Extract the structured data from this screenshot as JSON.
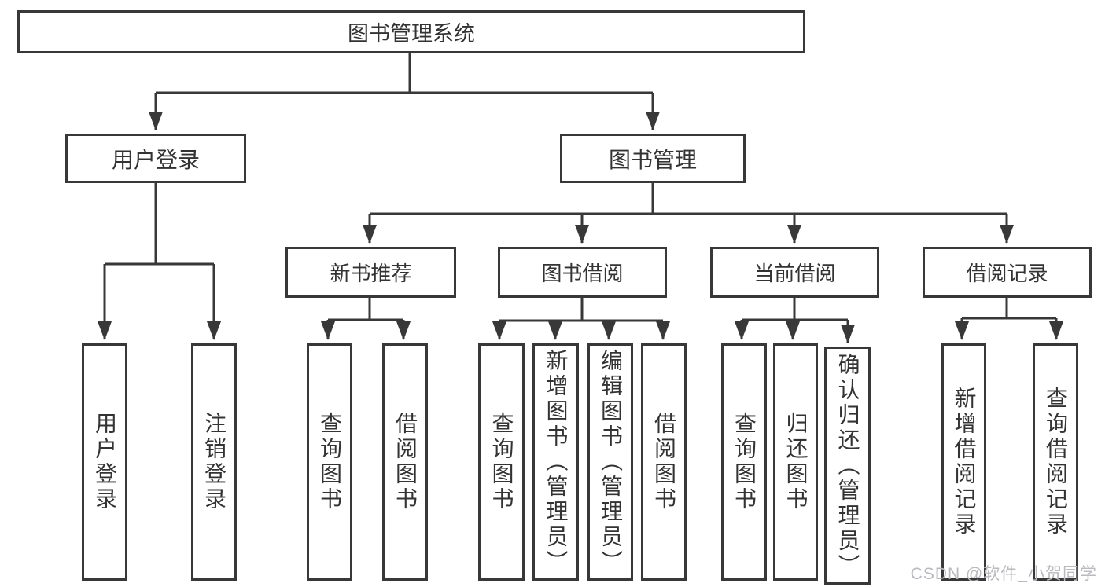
{
  "diagram": {
    "type": "hierarchy-tree",
    "colors": {
      "line": "#383838",
      "box_border": "#383838",
      "text": "#333333",
      "background": "#ffffff",
      "watermark": "#b9b9bf"
    },
    "nodes": {
      "root": {
        "label": "图书管理系统"
      },
      "user_login": {
        "label": "用户登录"
      },
      "book_mgmt": {
        "label": "图书管理"
      },
      "new_book_rec": {
        "label": "新书推荐"
      },
      "book_borrow": {
        "label": "图书借阅"
      },
      "current_borrow": {
        "label": "当前借阅"
      },
      "borrow_records": {
        "label": "借阅记录"
      },
      "login_action": {
        "label": "用户登录"
      },
      "logout_action": {
        "label": "注销登录"
      },
      "rec_query_books": {
        "label": "查询图书"
      },
      "rec_borrow_books": {
        "label": "借阅图书"
      },
      "bb_query_books": {
        "label": "查询图书"
      },
      "bb_add_books": {
        "label": "新增图书（管理员）"
      },
      "bb_edit_books": {
        "label": "编辑图书（管理员）"
      },
      "bb_borrow_books": {
        "label": "借阅图书"
      },
      "cb_query_books": {
        "label": "查询图书"
      },
      "cb_return_books": {
        "label": "归还图书"
      },
      "cb_confirm_return": {
        "label": "确认归还（管理员）"
      },
      "br_add_record": {
        "label": "新增借阅记录"
      },
      "br_query_record": {
        "label": "查询借阅记录"
      }
    },
    "hierarchy": {
      "图书管理系统": {
        "用户登录": [
          "用户登录",
          "注销登录"
        ],
        "图书管理": {
          "新书推荐": [
            "查询图书",
            "借阅图书"
          ],
          "图书借阅": [
            "查询图书",
            "新增图书（管理员）",
            "编辑图书（管理员）",
            "借阅图书"
          ],
          "当前借阅": [
            "查询图书",
            "归还图书",
            "确认归还（管理员）"
          ],
          "借阅记录": [
            "新增借阅记录",
            "查询借阅记录"
          ]
        }
      }
    }
  },
  "watermark": {
    "text": "CSDN @软件_小贺同学"
  }
}
